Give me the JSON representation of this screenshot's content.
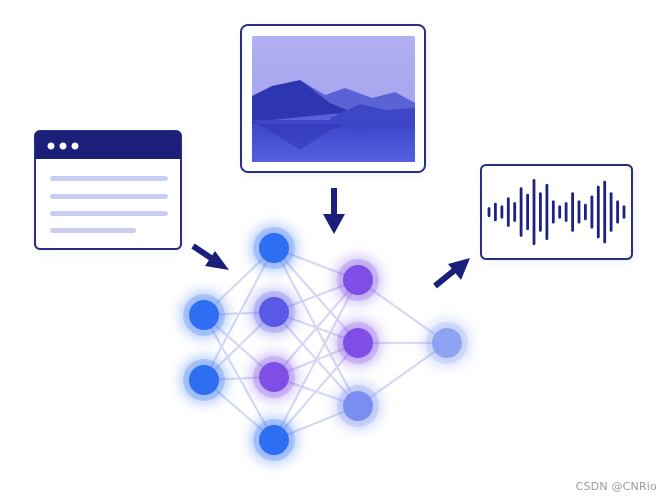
{
  "colors": {
    "navy": "#1b1f7a",
    "frame_border": "#2a2f86",
    "doc_line": "#c9cdf0",
    "doc_dot": "#ffffff",
    "sky": "#a7a6ee",
    "mountain_far": "#5a63d6",
    "mountain_near": "#2e35b0",
    "water": "#4a55d8",
    "wave": "#1d2180",
    "edge": "#d6d9f3",
    "node_blue": "#2f6ef3",
    "node_indigo": "#5b5ae6",
    "node_violet": "#7e4ee6",
    "node_periwinkle": "#7a8ef0",
    "node_output": "#8fa3f3"
  },
  "icons": {
    "document": "document-window-icon",
    "image": "landscape-image-icon",
    "audio": "audio-waveform-icon",
    "arrow_in_left": "arrow-down-right-icon",
    "arrow_in_top": "arrow-down-icon",
    "arrow_out": "arrow-up-right-icon"
  },
  "network": {
    "layers": [
      {
        "name": "input",
        "nodes": [
          "blue",
          "blue"
        ]
      },
      {
        "name": "hidden1",
        "nodes": [
          "blue",
          "indigo",
          "violet",
          "blue"
        ]
      },
      {
        "name": "hidden2",
        "nodes": [
          "violet",
          "violet",
          "periwinkle"
        ]
      },
      {
        "name": "output",
        "nodes": [
          "output"
        ]
      }
    ]
  },
  "waveform_amplitudes": [
    0.15,
    0.28,
    0.2,
    0.45,
    0.3,
    0.75,
    0.55,
    1.0,
    0.6,
    0.85,
    0.35,
    0.2,
    0.3,
    0.6,
    0.35,
    0.25,
    0.5,
    0.8,
    0.95,
    0.6,
    0.35,
    0.2
  ],
  "watermark": "CSDN @CNRio"
}
